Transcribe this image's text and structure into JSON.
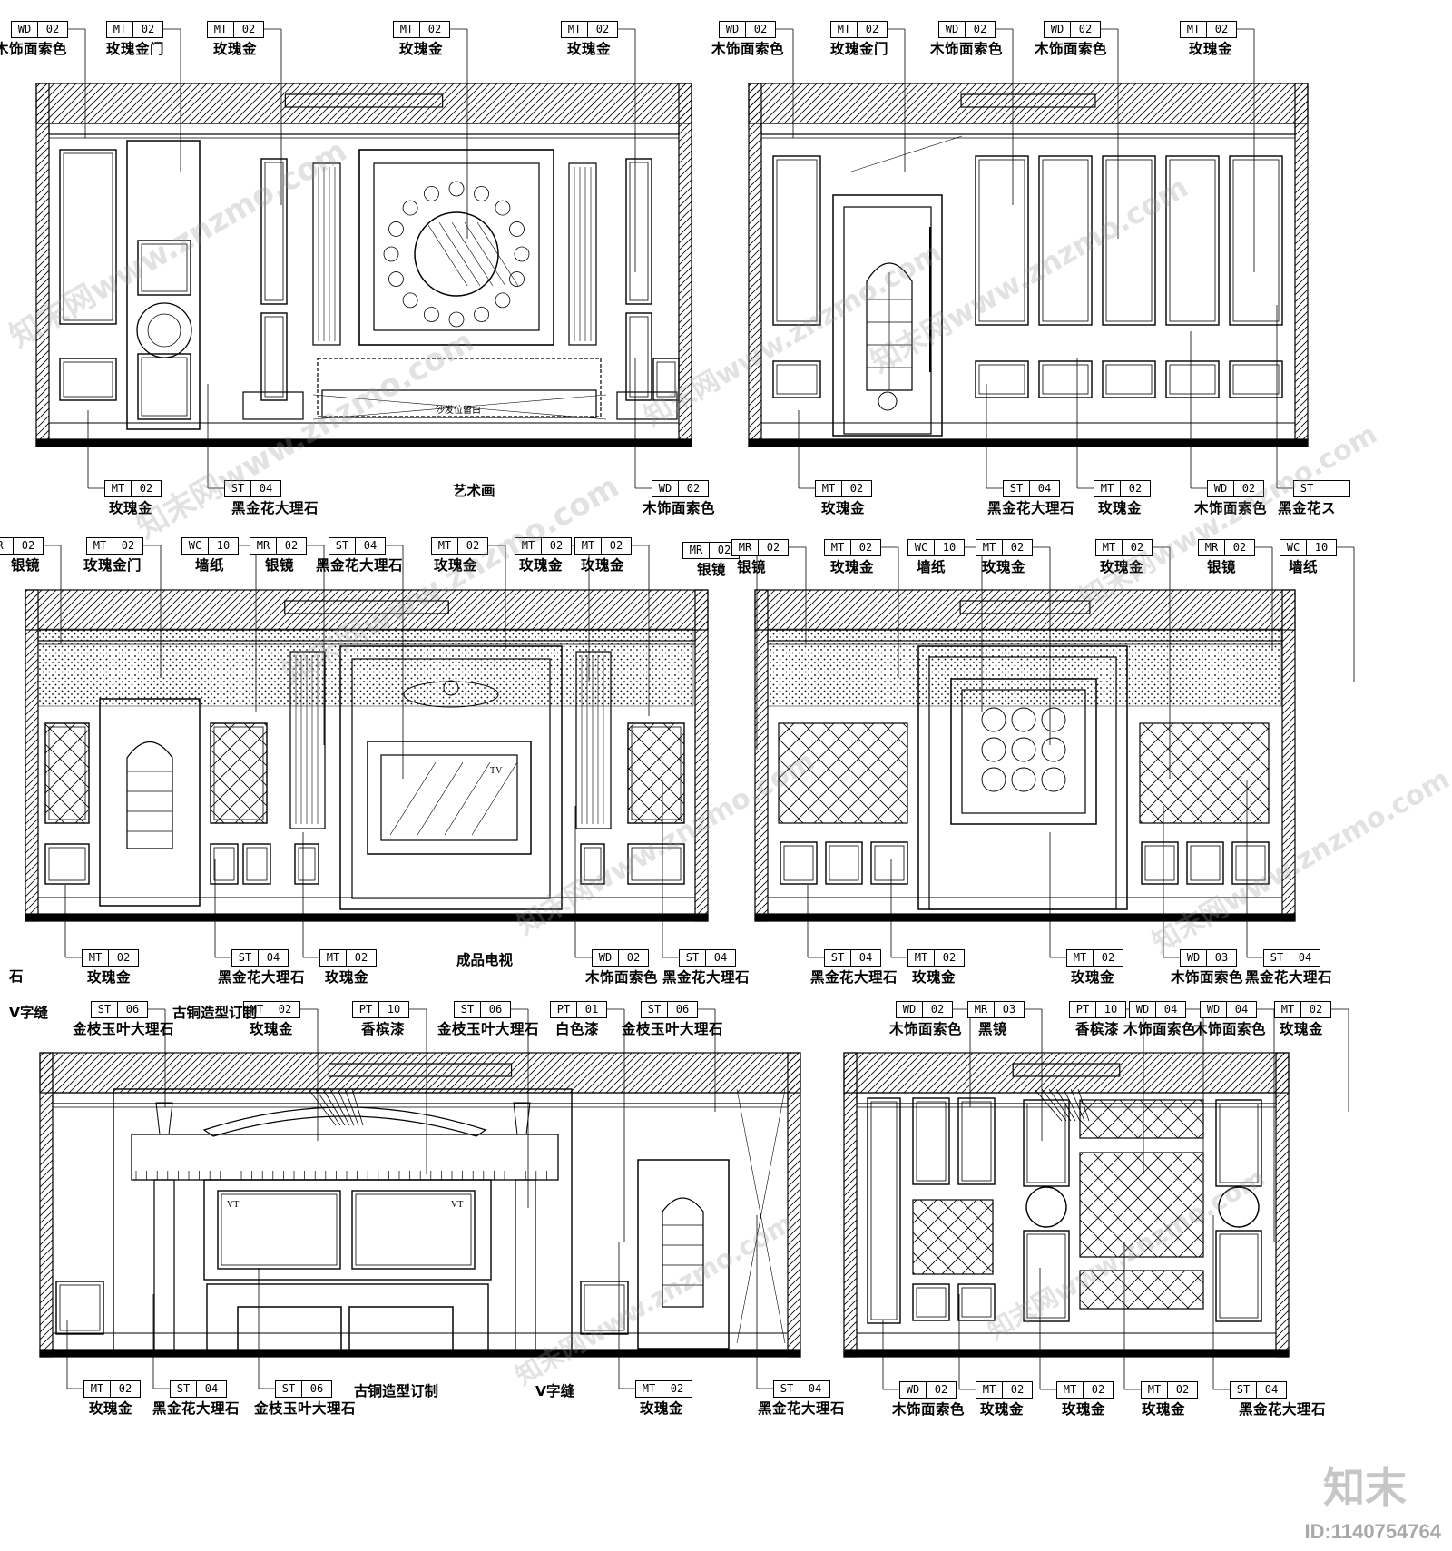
{
  "panels": [
    {
      "id": "panel-1",
      "top_tags": [
        {
          "code": "WD",
          "num": "02",
          "text": "木饰面索色"
        },
        {
          "code": "MT",
          "num": "02",
          "text": "玫瑰金门"
        },
        {
          "code": "MT",
          "num": "02",
          "text": "玫瑰金"
        },
        {
          "code": "MT",
          "num": "02",
          "text": "玫瑰金"
        },
        {
          "code": "MT",
          "num": "02",
          "text": "玫瑰金"
        }
      ],
      "bottom_tags": [
        {
          "code": "MT",
          "num": "02",
          "text": "玫瑰金"
        },
        {
          "code": "ST",
          "num": "04",
          "text": "黑金花大理石"
        },
        {
          "code": "WD",
          "num": "02",
          "text": "木饰面索色"
        }
      ],
      "free_labels": [
        "艺术画"
      ],
      "inline_text": [
        "沙发位留白"
      ]
    },
    {
      "id": "panel-2",
      "top_tags": [
        {
          "code": "WD",
          "num": "02",
          "text": "木饰面索色"
        },
        {
          "code": "MT",
          "num": "02",
          "text": "玫瑰金门"
        },
        {
          "code": "WD",
          "num": "02",
          "text": "木饰面索色"
        },
        {
          "code": "WD",
          "num": "02",
          "text": "木饰面索色"
        },
        {
          "code": "MT",
          "num": "02",
          "text": "玫瑰金"
        }
      ],
      "bottom_tags": [
        {
          "code": "MT",
          "num": "02",
          "text": "玫瑰金"
        },
        {
          "code": "ST",
          "num": "04",
          "text": "黑金花大理石"
        },
        {
          "code": "MT",
          "num": "02",
          "text": "玫瑰金"
        },
        {
          "code": "WD",
          "num": "02",
          "text": "木饰面索色"
        },
        {
          "code": "ST",
          "num": "",
          "text": "黑金花ス"
        }
      ]
    },
    {
      "id": "panel-3",
      "top_tags": [
        {
          "code": "R",
          "num": "02",
          "text": "银镜"
        },
        {
          "code": "MT",
          "num": "02",
          "text": "玫瑰金门"
        },
        {
          "code": "WC",
          "num": "10",
          "text": "墙纸"
        },
        {
          "code": "MR",
          "num": "02",
          "text": "银镜"
        },
        {
          "code": "ST",
          "num": "04",
          "text": "黑金花大理石"
        },
        {
          "code": "MT",
          "num": "02",
          "text": "玫瑰金"
        },
        {
          "code": "MT",
          "num": "02",
          "text": "玫瑰金"
        },
        {
          "code": "MT",
          "num": "02",
          "text": "玫瑰金"
        },
        {
          "code": "MR",
          "num": "02",
          "text": "银镜"
        }
      ],
      "bottom_tags": [
        {
          "code": "MT",
          "num": "02",
          "text": "玫瑰金"
        },
        {
          "code": "ST",
          "num": "04",
          "text": "黑金花大理石"
        },
        {
          "code": "MT",
          "num": "02",
          "text": "玫瑰金"
        },
        {
          "code": "WD",
          "num": "02",
          "text": "木饰面索色"
        },
        {
          "code": "ST",
          "num": "04",
          "text": "黑金花大理石"
        }
      ],
      "free_labels": [
        "成品电视",
        "石"
      ],
      "inline_text": [
        "TV"
      ]
    },
    {
      "id": "panel-4",
      "top_tags": [
        {
          "code": "MR",
          "num": "02",
          "text": "银镜"
        },
        {
          "code": "MT",
          "num": "02",
          "text": "玫瑰金"
        },
        {
          "code": "WC",
          "num": "10",
          "text": "墙纸"
        },
        {
          "code": "MT",
          "num": "02",
          "text": "玫瑰金"
        },
        {
          "code": "MT",
          "num": "02",
          "text": "玫瑰金"
        },
        {
          "code": "MR",
          "num": "02",
          "text": "银镜"
        },
        {
          "code": "WC",
          "num": "10",
          "text": "墙纸"
        }
      ],
      "bottom_tags": [
        {
          "code": "ST",
          "num": "04",
          "text": "黑金花大理石"
        },
        {
          "code": "MT",
          "num": "02",
          "text": "玫瑰金"
        },
        {
          "code": "MT",
          "num": "02",
          "text": "玫瑰金"
        },
        {
          "code": "WD",
          "num": "03",
          "text": "木饰面索色"
        },
        {
          "code": "ST",
          "num": "04",
          "text": "黑金花大理石"
        }
      ]
    },
    {
      "id": "panel-5",
      "top_tags": [
        {
          "code": "ST",
          "num": "06",
          "text": "金枝玉叶大理石"
        },
        {
          "code": "MT",
          "num": "02",
          "text": "玫瑰金"
        },
        {
          "code": "PT",
          "num": "10",
          "text": "香槟漆"
        },
        {
          "code": "ST",
          "num": "06",
          "text": "金枝玉叶大理石"
        },
        {
          "code": "PT",
          "num": "01",
          "text": "白色漆"
        },
        {
          "code": "ST",
          "num": "06",
          "text": "金枝玉叶大理石"
        }
      ],
      "bottom_tags": [
        {
          "code": "MT",
          "num": "02",
          "text": "玫瑰金"
        },
        {
          "code": "ST",
          "num": "04",
          "text": "黑金花大理石"
        },
        {
          "code": "ST",
          "num": "06",
          "text": "金枝玉叶大理石"
        },
        {
          "code": "MT",
          "num": "02",
          "text": "玫瑰金"
        },
        {
          "code": "ST",
          "num": "04",
          "text": "黑金花大理石"
        }
      ],
      "free_labels": [
        "V字缝",
        "古铜造型订制",
        "古铜造型订制",
        "V字缝"
      ],
      "inline_text": [
        "VT",
        "VT"
      ]
    },
    {
      "id": "panel-6",
      "top_tags": [
        {
          "code": "WD",
          "num": "02",
          "text": "木饰面索色"
        },
        {
          "code": "MR",
          "num": "03",
          "text": "黑镜"
        },
        {
          "code": "PT",
          "num": "10",
          "text": "香槟漆"
        },
        {
          "code": "WD",
          "num": "04",
          "text": "木饰面索色"
        },
        {
          "code": "WD",
          "num": "04",
          "text": "木饰面索色"
        },
        {
          "code": "MT",
          "num": "02",
          "text": "玫瑰金"
        }
      ],
      "bottom_tags": [
        {
          "code": "WD",
          "num": "02",
          "text": "木饰面索色"
        },
        {
          "code": "MT",
          "num": "02",
          "text": "玫瑰金"
        },
        {
          "code": "MT",
          "num": "02",
          "text": "玫瑰金"
        },
        {
          "code": "MT",
          "num": "02",
          "text": "玫瑰金"
        },
        {
          "code": "ST",
          "num": "04",
          "text": "黑金花大理石"
        }
      ]
    }
  ],
  "watermark": {
    "text": "知末网www.znzmo.com",
    "brand": "知末",
    "id_text": "ID:1140754764"
  }
}
